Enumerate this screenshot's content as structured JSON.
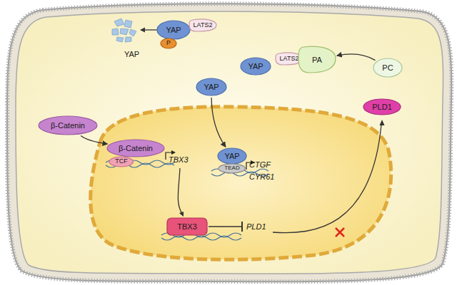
{
  "diagram": {
    "nodes": [
      {
        "text": [
          "YAP"
        ]
      },
      {
        "text": [
          "LATS2"
        ]
      },
      {
        "text": [
          "P"
        ]
      },
      {
        "text": [
          "LATS2"
        ]
      },
      {
        "text": [
          "PA"
        ]
      },
      {
        "text": [
          "PC"
        ]
      },
      {
        "text": [
          "PLD1"
        ]
      },
      {
        "text": [
          "YAP"
        ]
      },
      {
        "text": [
          "YAP"
        ]
      },
      {
        "text": [
          "β-Catenin"
        ]
      },
      {
        "text": [
          "β-Catenin"
        ]
      },
      {
        "text": [
          "TCF"
        ]
      },
      {
        "text": [
          "YAP"
        ]
      },
      {
        "text": [
          "TEAD"
        ]
      },
      {
        "text": [
          "TBX3"
        ]
      }
    ],
    "edges": [
      {
        "from": 5,
        "to": 4,
        "arrow": "to"
      },
      {
        "from": 9,
        "to": 10,
        "arrow": "to"
      },
      {
        "from": 8,
        "to": 12,
        "arrow": "to"
      }
    ],
    "labels": [
      "YAP",
      "TBX3",
      "CTGF",
      "CYR61",
      "PLD1"
    ]
  }
}
